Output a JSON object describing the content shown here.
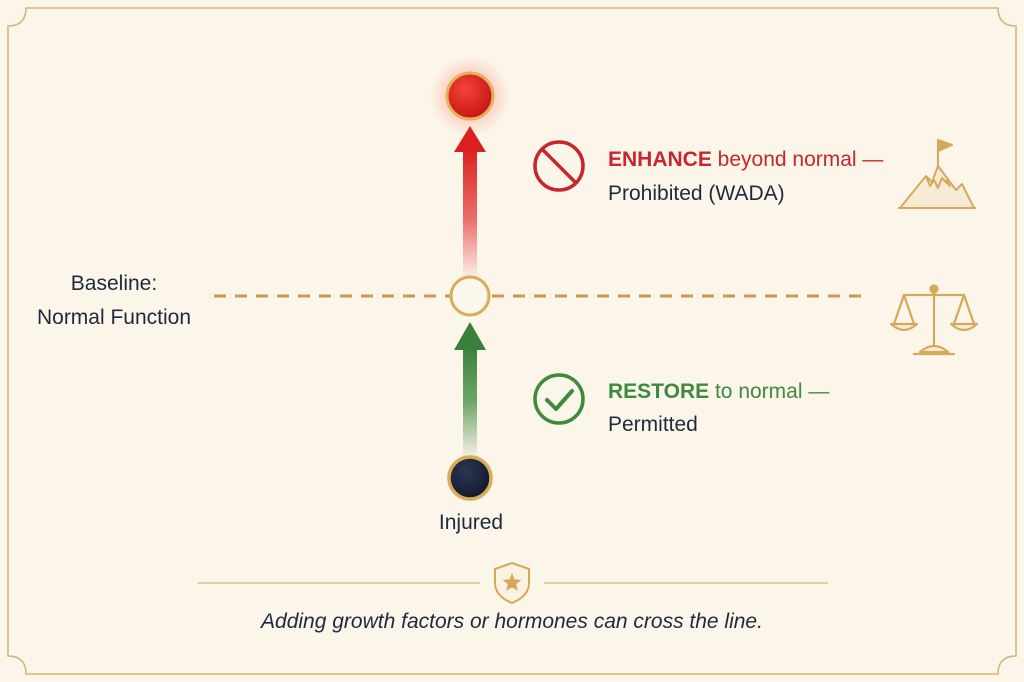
{
  "baseline": {
    "line1": "Baseline:",
    "line2": "Normal Function"
  },
  "enhance": {
    "keyword": "ENHANCE",
    "rest": " beyond normal —",
    "status": "Prohibited (WADA)",
    "color": "#c8262b",
    "icon": "prohibited-icon"
  },
  "restore": {
    "keyword": "RESTORE",
    "rest": " to normal —",
    "status": "Permitted",
    "color": "#3e8a3e",
    "icon": "check-circle-icon"
  },
  "start_node": {
    "label": "Injured",
    "color": "#1c2438"
  },
  "top_node": {
    "color": "#e0201b"
  },
  "side_icons": [
    "mountain-flag-icon",
    "balance-scale-icon",
    "shield-star-icon"
  ],
  "footer": {
    "note": "Adding growth factors or hormones can cross the line."
  },
  "colors": {
    "background": "#fbf5ea",
    "gold": "#d4aa5a",
    "text": "#1f2a3d"
  }
}
